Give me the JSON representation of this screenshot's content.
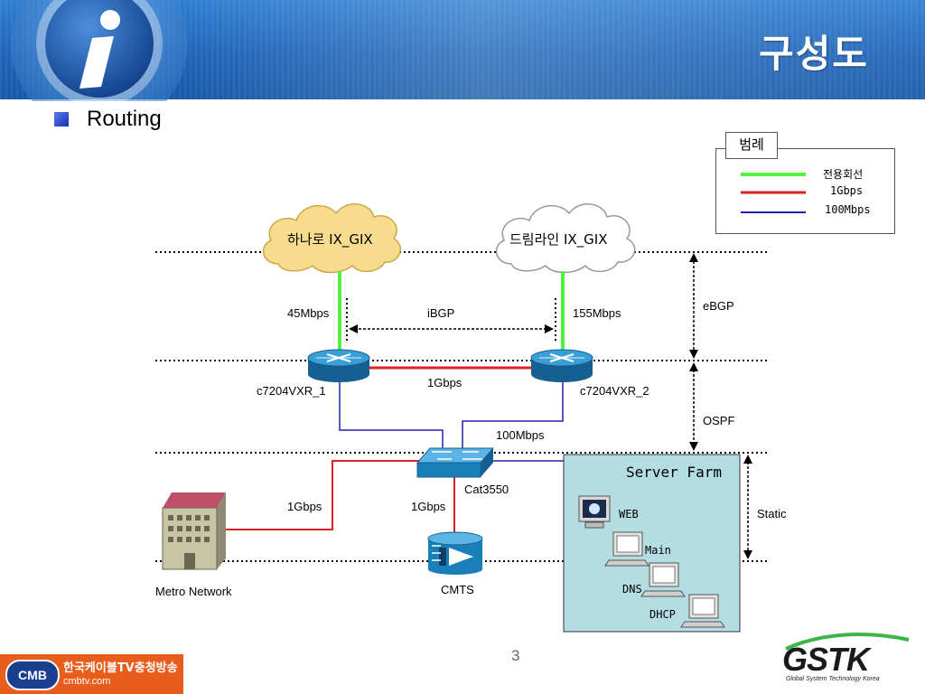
{
  "slide": {
    "title": "구성도",
    "bullet": "Routing",
    "page_number": "3"
  },
  "legend": {
    "title": "범례",
    "items": [
      {
        "label": "전용회선",
        "color": "#55ee44"
      },
      {
        "label": "1Gbps",
        "color": "#dd2222"
      },
      {
        "label": "100Mbps",
        "color": "#2222aa"
      }
    ]
  },
  "clouds": {
    "hanaro": "하나로 IX_GIX",
    "dreamline": "드림라인 IX_GIX"
  },
  "links": {
    "left_uplink": "45Mbps",
    "right_uplink": "155Mbps",
    "ibgp": "iBGP",
    "router_link": "1Gbps",
    "switch_link": "100Mbps",
    "metro_link": "1Gbps",
    "cmts_link": "1Gbps"
  },
  "devices": {
    "router1": "c7204VXR_1",
    "router2": "c7204VXR_2",
    "switch": "Cat3550",
    "cmts": "CMTS",
    "metro": "Metro Network"
  },
  "zones": {
    "ebgp": "eBGP",
    "ospf": "OSPF",
    "static": "Static"
  },
  "server_farm": {
    "title": "Server Farm",
    "servers": [
      "WEB",
      "Main",
      "DNS",
      "DHCP"
    ]
  },
  "footer": {
    "cmb_badge": "CMB",
    "cmb_name": "한국케이블TV충청방송",
    "cmb_url": "cmbtv.com",
    "gstk_logo": "GSTK",
    "gstk_tagline": "Global System Technology Korea"
  },
  "colors": {
    "header": "#1f64b8",
    "leased_line": "#55ee44",
    "gigabit": "#dd2222",
    "fast_ethernet": "#2222aa",
    "router": "#1a7fb8",
    "server_farm_bg": "#b4dde3",
    "cloud_hanaro": "#f6dc8c",
    "cloud_dreamline": "#ffffff"
  }
}
